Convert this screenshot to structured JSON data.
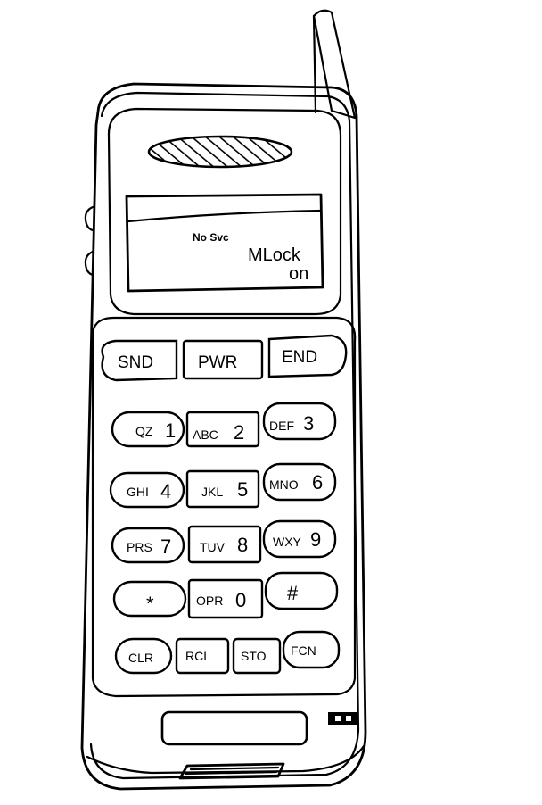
{
  "display": {
    "status": "No Svc",
    "line1": "MLock",
    "line2": "on"
  },
  "function_keys": [
    {
      "label": "SND"
    },
    {
      "label": "PWR"
    },
    {
      "label": "END"
    }
  ],
  "keys": [
    {
      "letters": "QZ",
      "digit": "1"
    },
    {
      "letters": "ABC",
      "digit": "2"
    },
    {
      "letters": "DEF",
      "digit": "3"
    },
    {
      "letters": "GHI",
      "digit": "4"
    },
    {
      "letters": "JKL",
      "digit": "5"
    },
    {
      "letters": "MNO",
      "digit": "6"
    },
    {
      "letters": "PRS",
      "digit": "7"
    },
    {
      "letters": "TUV",
      "digit": "8"
    },
    {
      "letters": "WXY",
      "digit": "9"
    },
    {
      "letters": "",
      "digit": "*"
    },
    {
      "letters": "OPR",
      "digit": "0"
    },
    {
      "letters": "",
      "digit": "#"
    }
  ],
  "bottom_keys": [
    {
      "label": "CLR"
    },
    {
      "label": "RCL"
    },
    {
      "label": "STO"
    },
    {
      "label": "FCN"
    }
  ]
}
